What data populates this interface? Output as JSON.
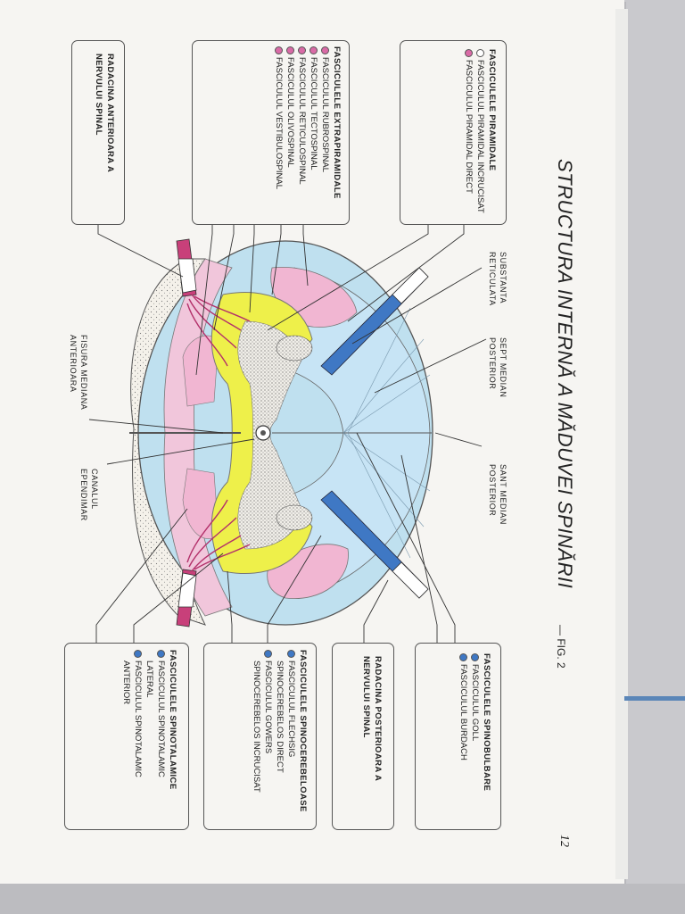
{
  "title": "STRUCTURA INTERNĂ A MĂDUVEI SPINĂRII",
  "fig_label": "— FIG. 2",
  "page_number": "12",
  "legend_colors": {
    "pink": "#d96aa6",
    "blue": "#3f78c4",
    "white": "#ffffff"
  },
  "boxes": {
    "piramidale": {
      "heading": "FASCICULELE PIRAMIDALE",
      "items": [
        {
          "text": "FASCICULUL PIRAMIDAL INCRUCISAT",
          "dot": "white"
        },
        {
          "text": "FASCICULUL PIRAMIDAL DIRECT",
          "dot": "pink"
        }
      ]
    },
    "extrapiramidale": {
      "heading": "FASCICULELE EXTRAPIRAMIDALE",
      "items": [
        {
          "text": "FASCICULUL RUBROSPINAL",
          "dot": "pink"
        },
        {
          "text": "FASCICULUL TECTOSPINAL",
          "dot": "pink"
        },
        {
          "text": "FASCICULUL RETICULOSPINAL",
          "dot": "pink"
        },
        {
          "text": "FASCICULUL OLIVOSPINAL",
          "dot": "pink"
        },
        {
          "text": "FASCICULUL VESTIBULOSPINAL",
          "dot": "pink"
        }
      ]
    },
    "radacina_anterioara": {
      "lines": [
        "RADACINA ANTERIOARA A",
        "NERVULUI SPINAL"
      ]
    },
    "spinobulbare": {
      "heading": "FASCICULELE SPINOBULBARE",
      "items": [
        {
          "text": "FASCICULUL GOLL",
          "dot": "blue"
        },
        {
          "text": "FASCICULUL BURDACH",
          "dot": "blue"
        }
      ]
    },
    "radacina_posterioara": {
      "lines": [
        "RADACINA POSTERIOARA A",
        "NERVULUI SPINAL"
      ]
    },
    "spinocerebeloase": {
      "heading": "FASCICULELE SPINOCEREBELOASE",
      "items": [
        {
          "text": "FASCICULUL FLECHSIG",
          "sub": "SPINOCEREBELOS DIRECT",
          "dot": "blue"
        },
        {
          "text": "FASCICULUL GOWERS",
          "sub": "SPINOCEREBELOS INCRUCISAT",
          "dot": "blue"
        }
      ]
    },
    "spinotalamice": {
      "heading": "FASCICULELE SPINOTALAMICE",
      "items": [
        {
          "text": "FASCICULUL SPINOTALAMIC",
          "sub": "LATERAL",
          "dot": "blue"
        },
        {
          "text": "FASCICULUL SPINOTALAMIC",
          "sub": "ANTERIOR",
          "dot": "blue"
        }
      ]
    }
  },
  "labels": {
    "substanta_reticulata": [
      "SUBSTANTA",
      "RETICULATA"
    ],
    "sept_median": [
      "SEPT MEDIAN",
      "POSTERIOR"
    ],
    "sant_median": [
      "SANT MEDIAN",
      "POSTERIOR"
    ],
    "fisura_mediana": [
      "FISURA MEDIANA",
      "ANTERIOARA"
    ],
    "canalul": [
      "CANALUL",
      "EPENDIMAR"
    ]
  }
}
